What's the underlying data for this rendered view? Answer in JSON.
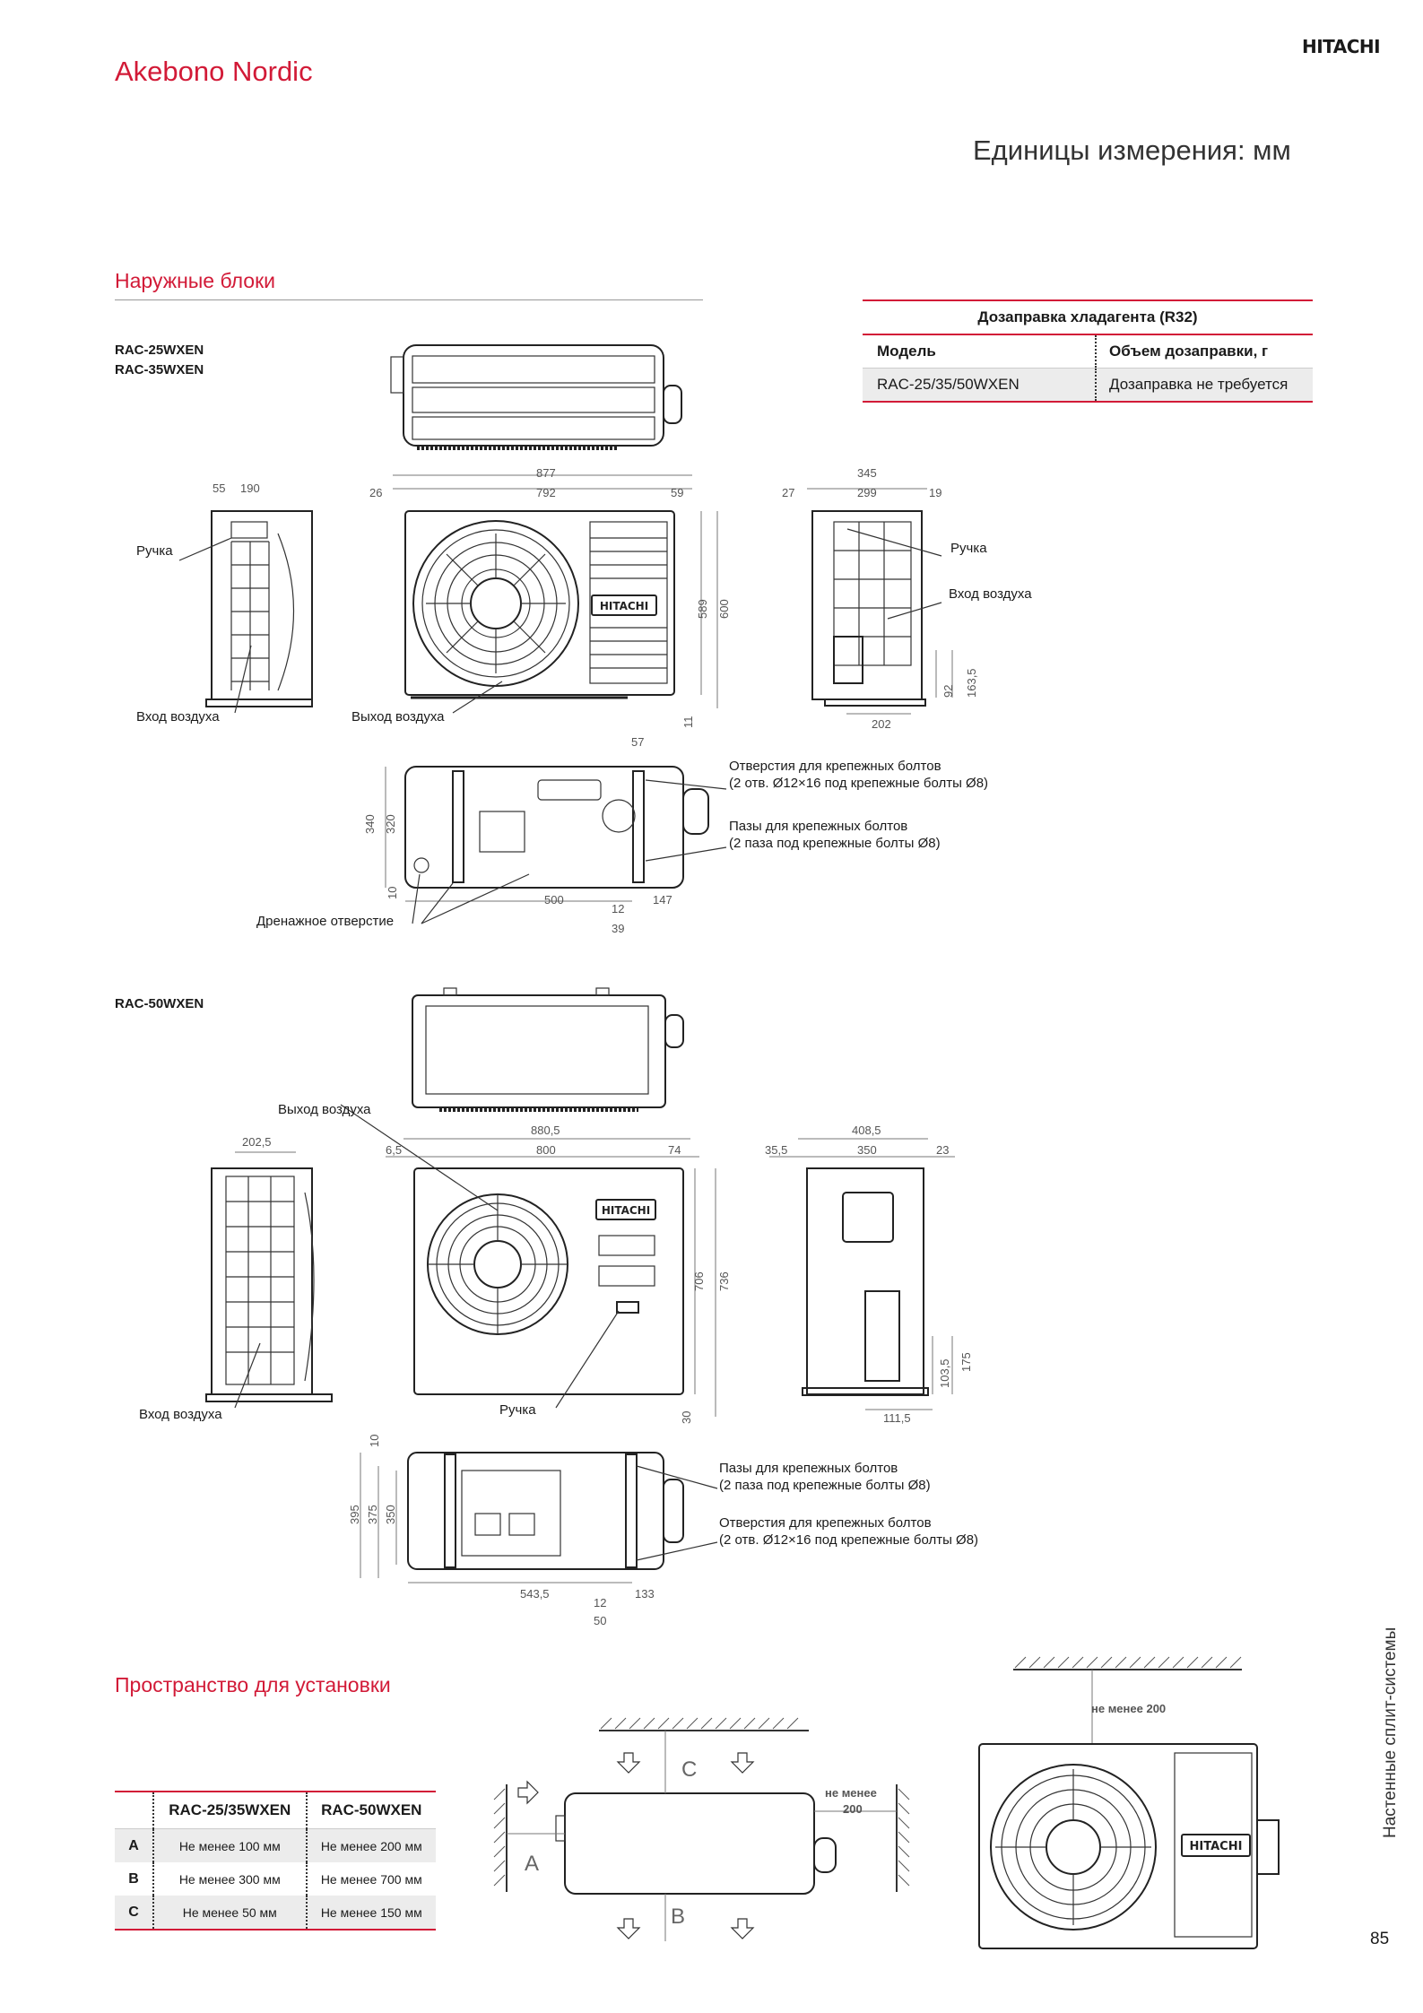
{
  "header": {
    "brand": "Akebono Nordic",
    "logo_text": "HITACHI",
    "units": "Единицы измерения: мм"
  },
  "outdoor_section": {
    "title": "Наружные блоки"
  },
  "refrigerant": {
    "title": "Дозаправка хладагента (R32)",
    "col_model": "Модель",
    "col_volume": "Объем дозаправки, г",
    "row_model": "RAC-25/35/50WXEN",
    "row_value": "Дозаправка не требуется"
  },
  "unit1": {
    "model_line1": "RAC-25WXEN",
    "model_line2": "RAC-35WXEN",
    "labels": {
      "handle_left": "Ручка",
      "air_in_left": "Вход воздуха",
      "air_out": "Выход воздуха",
      "handle_right": "Ручка",
      "air_in_right": "Вход воздуха",
      "bolt_holes_1": "Отверстия для крепежных болтов",
      "bolt_holes_2": "(2 отв. Ø12×16 под крепежные болты Ø8)",
      "bolt_slots_1": "Пазы для крепежных болтов",
      "bolt_slots_2": "(2 паза под крепежные болты Ø8)",
      "drain": "Дренажное отверстие"
    },
    "dims": {
      "d55": "55",
      "d190": "190",
      "d877": "877",
      "d26": "26",
      "d792": "792",
      "d59": "59",
      "d589": "589",
      "d600": "600",
      "d11": "11",
      "d345": "345",
      "d27": "27",
      "d299": "299",
      "d19": "19",
      "d92": "92",
      "d163": "163,5",
      "d202": "202",
      "d57": "57",
      "d340": "340",
      "d320": "320",
      "d10": "10",
      "d500": "500",
      "d12": "12",
      "d147": "147",
      "d39": "39"
    }
  },
  "unit2": {
    "model": "RAC-50WXEN",
    "labels": {
      "air_out": "Выход воздуха",
      "air_in": "Вход воздуха",
      "handle": "Ручка",
      "bolt_slots_1": "Пазы для крепежных болтов",
      "bolt_slots_2": "(2 паза под крепежные болты Ø8)",
      "bolt_holes_1": "Отверстия для крепежных болтов",
      "bolt_holes_2": "(2 отв. Ø12×16 под крепежные болты Ø8)"
    },
    "dims": {
      "d2025": "202,5",
      "d8805": "880,5",
      "d65": "6,5",
      "d800": "800",
      "d74": "74",
      "d706": "706",
      "d736": "736",
      "d30": "30",
      "d4085": "408,5",
      "d355": "35,5",
      "d350": "350",
      "d23": "23",
      "d1035": "103,5",
      "d175": "175",
      "d1115": "111,5",
      "d10": "10",
      "d395": "395",
      "d375": "375",
      "d350b": "350",
      "d5435": "543,5",
      "d12": "12",
      "d133": "133",
      "d50": "50"
    }
  },
  "install_section": {
    "title": "Пространство для установки",
    "table": {
      "headers": [
        "",
        "RAC-25/35WXEN",
        "RAC-50WXEN"
      ],
      "rows": [
        {
          "key": "A",
          "v1": "Не менее 100 мм",
          "v2": "Не менее 200 мм"
        },
        {
          "key": "B",
          "v1": "Не менее 300 мм",
          "v2": "Не менее 700 мм"
        },
        {
          "key": "C",
          "v1": "Не менее 50 мм",
          "v2": "Не менее 150 мм"
        }
      ]
    },
    "diagram": {
      "label_a": "A",
      "label_b": "B",
      "label_c": "C",
      "min_text_1": "не менее",
      "min_text_2": "200",
      "min_front": "не менее 200",
      "logo_text": "HITACHI"
    }
  },
  "footer": {
    "side_label": "Настенные сплит-системы",
    "page_number": "85"
  }
}
